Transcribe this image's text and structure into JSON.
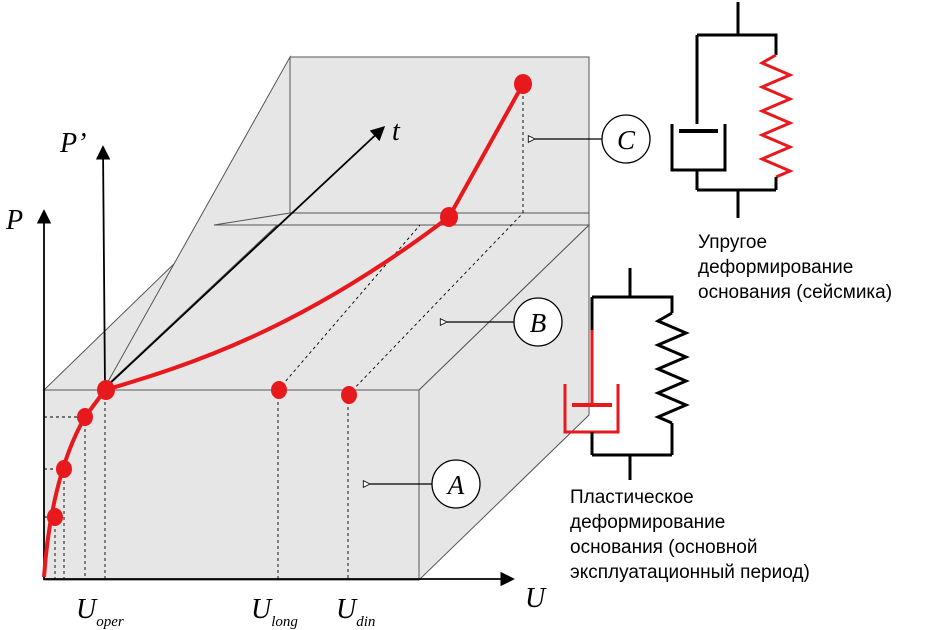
{
  "axes": {
    "p_label": "P",
    "p_prime_label": "P’",
    "t_label": "t",
    "u_label": "U"
  },
  "u_ticks": {
    "oper": {
      "main": "U",
      "sub": "oper"
    },
    "long": {
      "main": "U",
      "sub": "long"
    },
    "din": {
      "main": "U",
      "sub": "din"
    }
  },
  "zones": {
    "a": "A",
    "b": "B",
    "c": "C"
  },
  "models": {
    "elastic": {
      "lines": [
        "Упругое",
        "деформирование",
        "основания (сейсмика)"
      ],
      "highlight": "spring"
    },
    "plastic": {
      "lines": [
        "Пластическое",
        "деформирование",
        "основания (основной",
        "эксплуатационный период)"
      ],
      "highlight": "dashpot"
    }
  },
  "colors": {
    "curve": "#e8191d",
    "box_fill": "#e6e6e6",
    "line": "#000000",
    "box_edge": "#555555"
  }
}
